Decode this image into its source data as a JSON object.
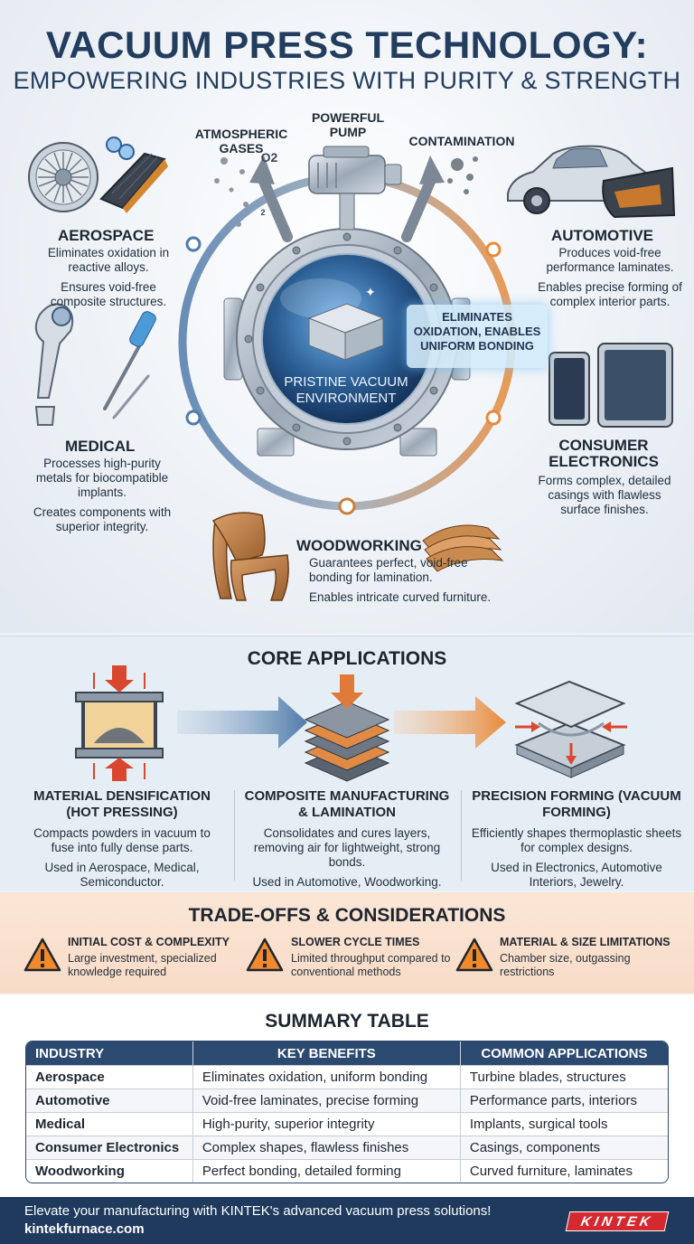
{
  "header": {
    "title": "VACUUM PRESS TECHNOLOGY:",
    "subtitle": "EMPOWERING INDUSTRIES WITH PURITY & STRENGTH"
  },
  "diagram": {
    "pump_label": "POWERFUL PUMP",
    "gases_label": "ATMOSPHERIC GASES",
    "contamination_label": "CONTAMINATION",
    "o2_label": "O2",
    "o2_small_label": "2",
    "callout": "ELIMINATES OXIDATION, ENABLES UNIFORM BONDING",
    "center_label": "PRISTINE VACUUM ENVIRONMENT",
    "accent_blue": "#4f7bab",
    "accent_orange": "#e88a3a"
  },
  "industries": {
    "aerospace": {
      "name": "AEROSPACE",
      "line1": "Eliminates oxidation in reactive alloys.",
      "line2": "Ensures void-free composite structures."
    },
    "automotive": {
      "name": "AUTOMOTIVE",
      "line1": "Produces void-free performance laminates.",
      "line2": "Enables precise forming of complex interior parts."
    },
    "medical": {
      "name": "MEDICAL",
      "line1": "Processes high-purity metals for biocompatible implants.",
      "line2": "Creates components with superior integrity."
    },
    "electronics": {
      "name_line1": "CONSUMER",
      "name_line2": "ELECTRONICS",
      "line1": "Forms complex, detailed casings with flawless surface finishes."
    },
    "woodworking": {
      "name": "WOODWORKING",
      "line1": "Guarantees perfect, void-free bonding for lamination.",
      "line2": "Enables intricate curved furniture."
    }
  },
  "core": {
    "title": "CORE APPLICATIONS",
    "items": [
      {
        "title": "MATERIAL DENSIFICATION (HOT PRESSING)",
        "desc": "Compacts powders in vacuum to fuse into fully dense parts.",
        "use": "Used in Aerospace, Medical, Semiconductor."
      },
      {
        "title": "COMPOSITE MANUFACTURING & LAMINATION",
        "desc": "Consolidates and cures layers, removing air for lightweight, strong bonds.",
        "use": "Used in Automotive, Woodworking."
      },
      {
        "title": "PRECISION FORMING (VACUUM FORMING)",
        "desc": "Efficiently shapes thermoplastic sheets for complex designs.",
        "use": "Used in Electronics, Automotive Interiors, Jewelry."
      }
    ]
  },
  "tradeoffs": {
    "title": "TRADE-OFFS & CONSIDERATIONS",
    "items": [
      {
        "title": "INITIAL COST & COMPLEXITY",
        "text": "Large investment, specialized knowledge required"
      },
      {
        "title": "SLOWER CYCLE TIMES",
        "text": "Limited throughput compared to conventional methods"
      },
      {
        "title": "MATERIAL & SIZE LIMITATIONS",
        "text": "Chamber size, outgassing restrictions"
      }
    ]
  },
  "summary": {
    "title": "SUMMARY TABLE",
    "headers": [
      "INDUSTRY",
      "KEY BENEFITS",
      "COMMON APPLICATIONS"
    ],
    "rows": [
      [
        "Aerospace",
        "Eliminates oxidation, uniform bonding",
        "Turbine blades, structures"
      ],
      [
        "Automotive",
        "Void-free laminates, precise forming",
        "Performance parts, interiors"
      ],
      [
        "Medical",
        "High-purity, superior integrity",
        "Implants, surgical tools"
      ],
      [
        "Consumer Electronics",
        "Complex shapes, flawless finishes",
        "Casings, components"
      ],
      [
        "Woodworking",
        "Perfect bonding, detailed forming",
        "Curved furniture, laminates"
      ]
    ]
  },
  "footer": {
    "tagline": "Elevate your manufacturing with KINTEK's advanced vacuum press solutions!",
    "website": "kintekfurnace.com",
    "logo_text": "KINTEK"
  }
}
